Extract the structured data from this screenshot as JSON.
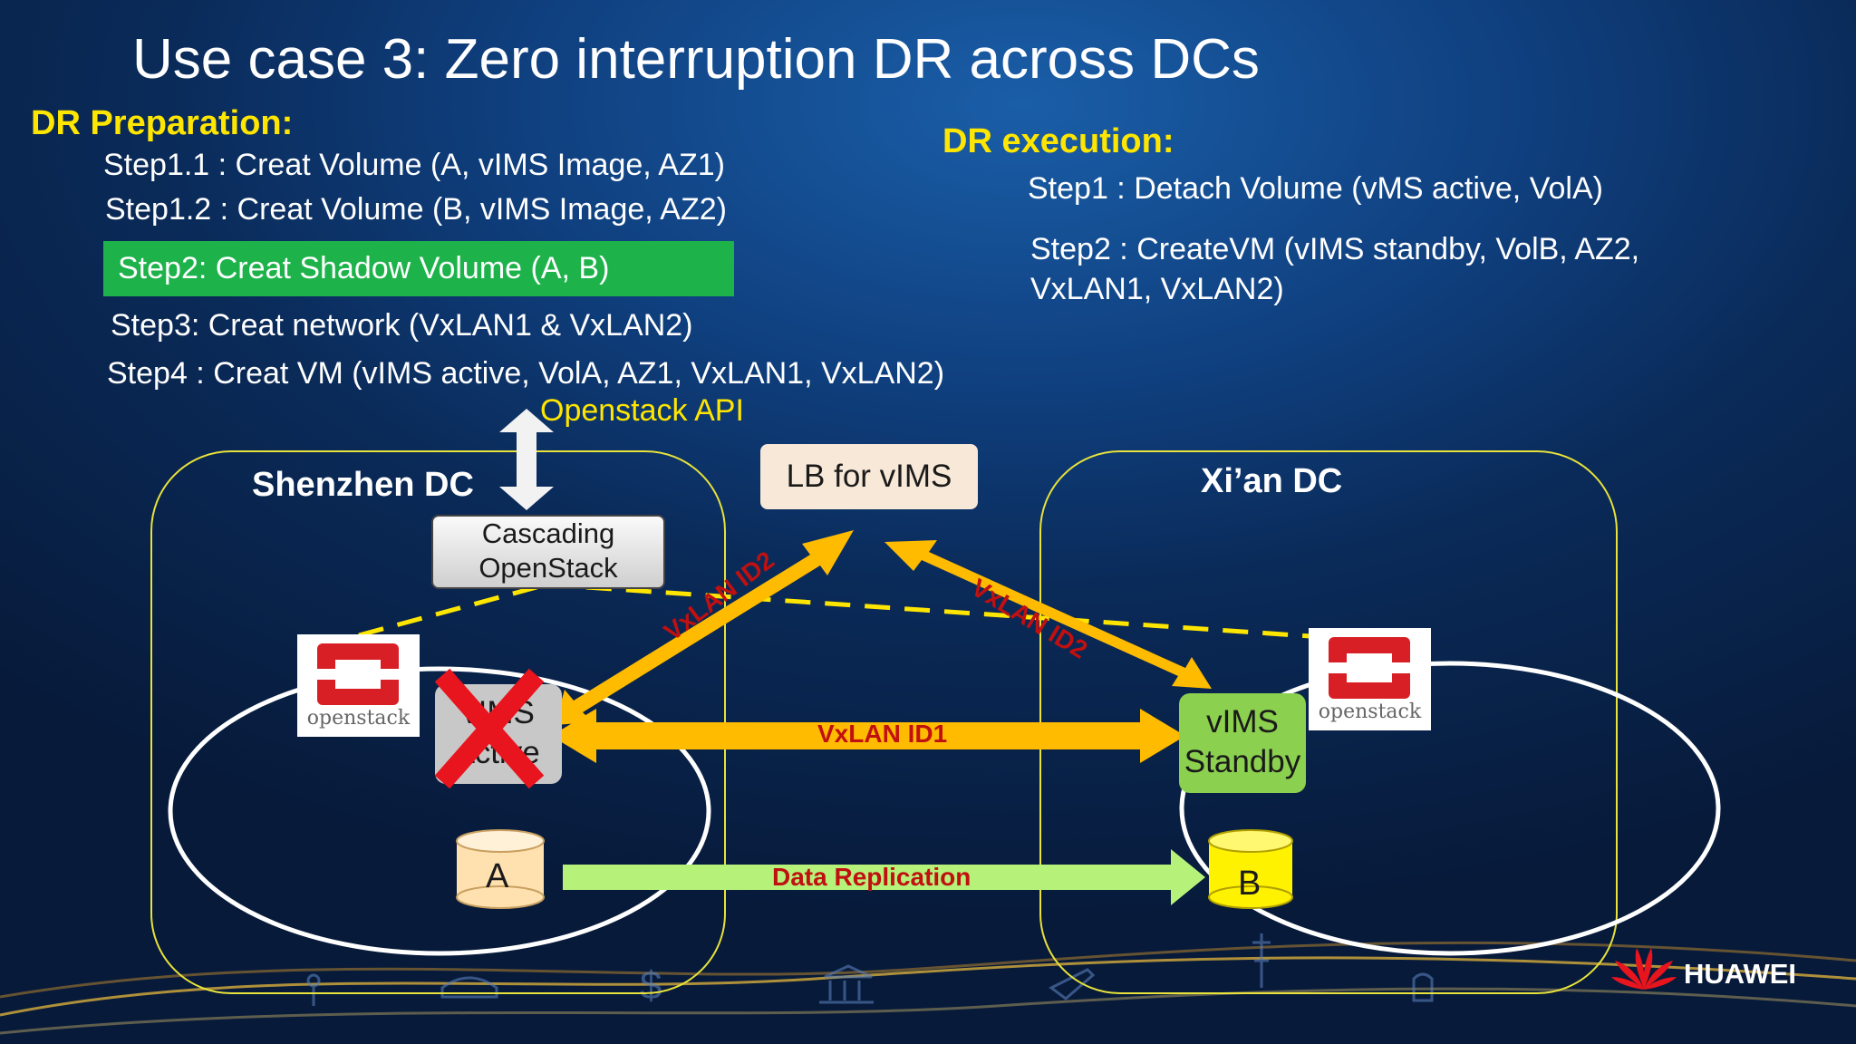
{
  "title": "Use case 3: Zero interruption DR across DCs",
  "preparation": {
    "heading": "DR Preparation:",
    "steps": [
      "Step1.1 : Creat Volume (A, vIMS Image, AZ1)",
      "Step1.2 : Creat Volume (B, vIMS Image, AZ2)",
      "Step2:   Creat Shadow Volume (A, B)",
      "Step3:  Creat network (VxLAN1 & VxLAN2)",
      "Step4 : Creat VM (vIMS active, VolA, AZ1, VxLAN1, VxLAN2)"
    ]
  },
  "execution": {
    "heading": "DR execution:",
    "steps": [
      "Step1 : Detach Volume (vMS active,  VolA)",
      "Step2 : CreateVM (vIMS standby,  VolB, AZ2,",
      "VxLAN1, VxLAN2)"
    ]
  },
  "diagram": {
    "api_label": "Openstack API",
    "left_dc": "Shenzhen DC",
    "right_dc": "Xi’an  DC",
    "lb": "LB for vIMS",
    "cascading": [
      "Cascading",
      "OpenStack"
    ],
    "active_vm": [
      "vIMS",
      "active"
    ],
    "standby_vm": [
      "vIMS",
      "Standby"
    ],
    "openstack_logo": "openstack",
    "vxlan1": "VxLAN ID1",
    "vxlan2": "VxLAN ID2",
    "replication": "Data Replication",
    "volume_a": "A",
    "volume_b": "B"
  },
  "brand": "HUAWEI",
  "colors": {
    "accent_yellow": "#ffe600",
    "step_highlight": "#1db34a",
    "vxlan_arrow": "#ffbb00",
    "replication_arrow": "#b6f27a",
    "failure_x": "#e8141e"
  }
}
